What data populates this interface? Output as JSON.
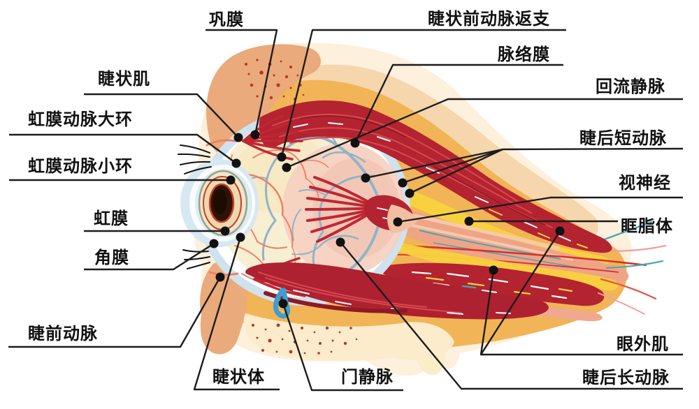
{
  "labels": [
    {
      "id": "sclera",
      "text": "巩膜"
    },
    {
      "id": "anterior-ciliary-recurrent-branch",
      "text": "睫状前动脉返支"
    },
    {
      "id": "choroid",
      "text": "脉络膜"
    },
    {
      "id": "vortex-vein",
      "text": "回流静脉"
    },
    {
      "id": "short-posterior-ciliary-artery",
      "text": "睫后短动脉"
    },
    {
      "id": "optic-nerve",
      "text": "视神经"
    },
    {
      "id": "orbital-fat",
      "text": "眶脂体"
    },
    {
      "id": "extraocular-muscle",
      "text": "眼外肌"
    },
    {
      "id": "long-posterior-ciliary-artery",
      "text": "睫后长动脉"
    },
    {
      "id": "ciliary-muscle",
      "text": "睫状肌"
    },
    {
      "id": "major-arterial-circle-of-iris",
      "text": "虹膜动脉大环"
    },
    {
      "id": "minor-arterial-circle-of-iris",
      "text": "虹膜动脉小环"
    },
    {
      "id": "iris",
      "text": "虹膜"
    },
    {
      "id": "cornea",
      "text": "角膜"
    },
    {
      "id": "anterior-ciliary-artery",
      "text": "睫前动脉"
    },
    {
      "id": "ciliary-body",
      "text": "睫状体"
    },
    {
      "id": "portal-vein",
      "text": "门静脉"
    }
  ],
  "palette": {
    "leader_line": "#1c1c1c",
    "muscle_red": "#b42330",
    "fiber_red": "#d8484e",
    "orbit_orange": "#f1b456",
    "skin_tan": "#eaaa7b",
    "pale_cream": "#fdf0dc",
    "band_yellow": "#f8d13f",
    "nerve_pink": "#efa486",
    "vein_blue": "#8fb4c8",
    "artery_salmon": "#ee8066",
    "vortex_blue": "#3d9fd0",
    "pupil_brown": "#2d1405",
    "speckle_red": "#b5372a"
  }
}
